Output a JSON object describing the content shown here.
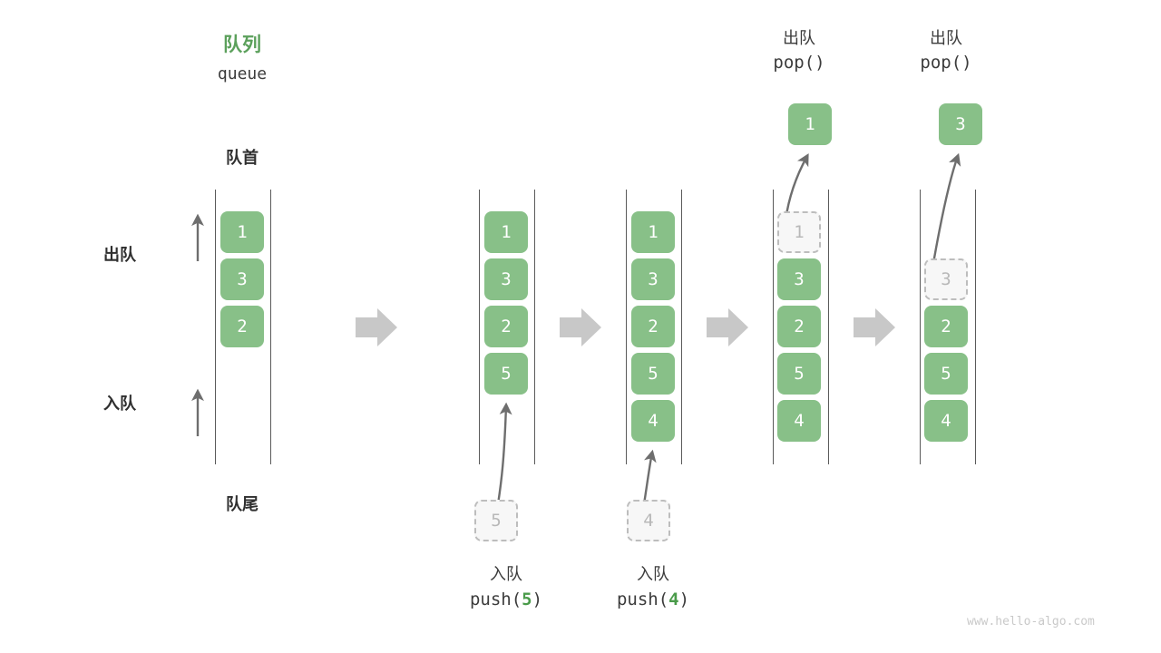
{
  "title": {
    "cn": "队列",
    "en": "queue",
    "color": "#5ba05b"
  },
  "labels": {
    "head": "队首",
    "tail": "队尾",
    "dequeue": "出队",
    "enqueue": "入队"
  },
  "colors": {
    "cell_fill": "#88c088",
    "cell_text": "#ffffff",
    "ghost_fill": "#f7f7f7",
    "ghost_border": "#bdbdbd",
    "ghost_text": "#b8b8b8",
    "rail": "#5a5a5a",
    "arrow_block": "#c8c8c8",
    "curve_arrow": "#6e6e6e",
    "accent_green": "#4a9b4a",
    "text": "#3c3c3c",
    "watermark": "#c9c9c9"
  },
  "columns": [
    {
      "id": "initial",
      "cells": [
        "1",
        "3",
        "2"
      ],
      "ghost_index": null,
      "caption_cn": "",
      "caption_code": "",
      "caption_arg": "",
      "top_cn": "",
      "top_code": "",
      "popped_value": "",
      "pushed_value": ""
    },
    {
      "id": "push-5",
      "cells": [
        "1",
        "3",
        "2",
        "5"
      ],
      "ghost_index": null,
      "caption_cn": "入队",
      "caption_code_prefix": "push(",
      "caption_arg": "5",
      "caption_code_suffix": ")",
      "pushed_value": "5"
    },
    {
      "id": "push-4",
      "cells": [
        "1",
        "3",
        "2",
        "5",
        "4"
      ],
      "ghost_index": null,
      "caption_cn": "入队",
      "caption_code_prefix": "push(",
      "caption_arg": "4",
      "caption_code_suffix": ")",
      "pushed_value": "4"
    },
    {
      "id": "pop-1",
      "cells": [
        "1",
        "3",
        "2",
        "5",
        "4"
      ],
      "ghost_index": 0,
      "top_cn": "出队",
      "top_code": "pop()",
      "popped_value": "1"
    },
    {
      "id": "pop-3",
      "cells": [
        "",
        "3",
        "2",
        "5",
        "4"
      ],
      "ghost_index": 1,
      "top_cn": "出队",
      "top_code": "pop()",
      "popped_value": "3"
    }
  ],
  "watermark": "www.hello-algo.com"
}
